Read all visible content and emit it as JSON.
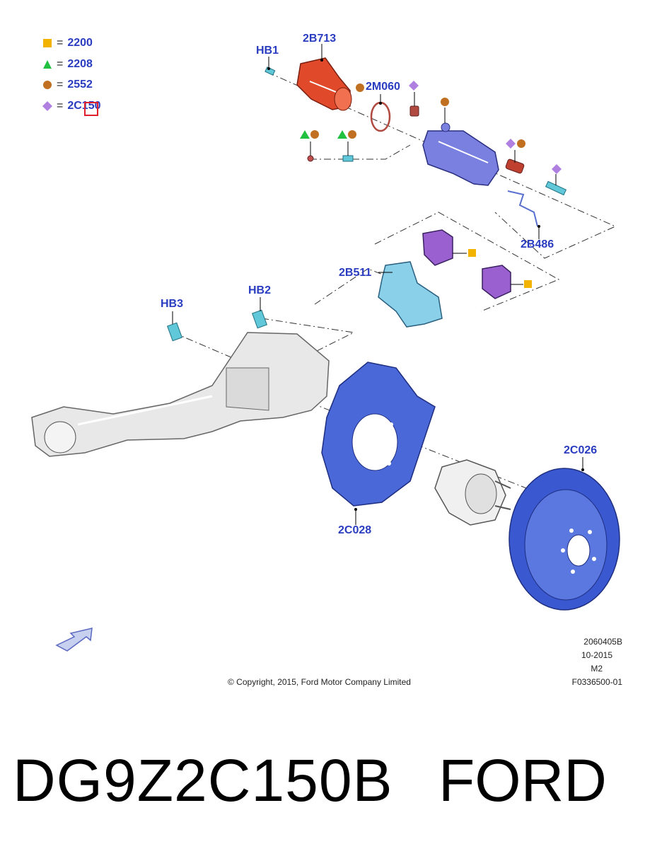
{
  "legend": [
    {
      "symbol": "square",
      "color": "#f2b200",
      "code": "2200"
    },
    {
      "symbol": "triangle",
      "color": "#20c040",
      "code": "2208"
    },
    {
      "symbol": "circle",
      "color": "#c07020",
      "code": "2552"
    },
    {
      "symbol": "diamond",
      "color": "#b080e0",
      "code": "2C150"
    }
  ],
  "equals": "=",
  "callouts": {
    "hb1": "HB1",
    "b713": "2B713",
    "m060": "2M060",
    "b486": "2B486",
    "b511": "2B511",
    "hb2": "HB2",
    "hb3": "HB3",
    "c028": "2C028",
    "c026": "2C026"
  },
  "meta": {
    "ref": "2060405B",
    "date": "10-2015",
    "model": "M2",
    "figure": "F0336500-01"
  },
  "copyright": "© Copyright, 2015, Ford Motor Company Limited",
  "footer": {
    "part_number": "DG9Z2C150B",
    "brand": "FORD"
  },
  "colors": {
    "label_blue": "#2a3cc0",
    "caliper_red": "#e04a2a",
    "caliper_blue": "#7a80e0",
    "pad_purple": "#9a60d0",
    "bracket_cyan": "#8ad0e8",
    "shield_blue": "#4a68d8",
    "rotor_blue": "#3a58d0",
    "knuckle_grey": "#e4e4e4"
  }
}
